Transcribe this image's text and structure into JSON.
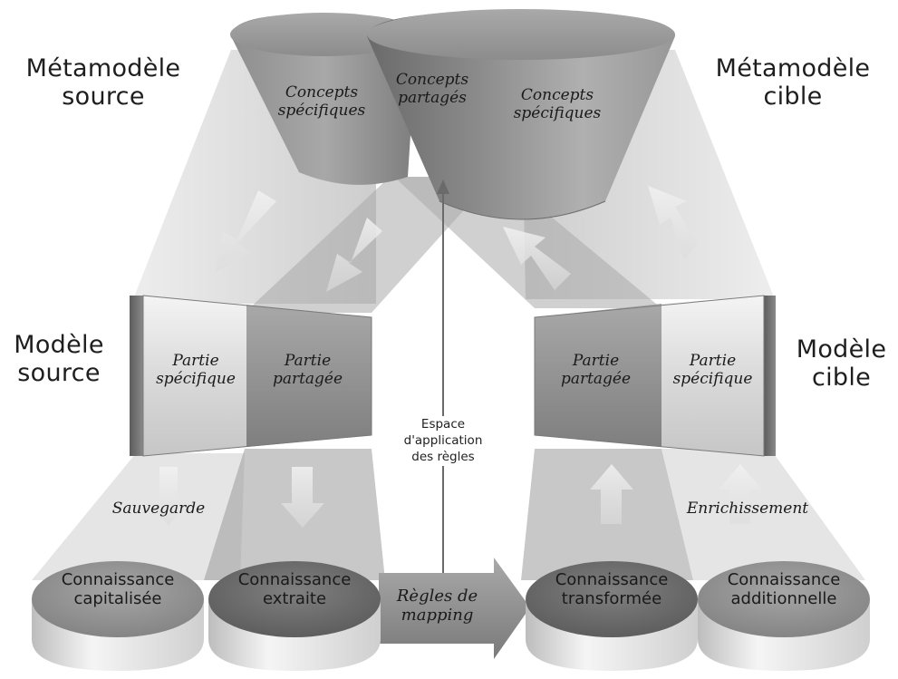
{
  "metamodel_source": {
    "line1": "Métamodèle",
    "line2": "source"
  },
  "metamodel_cible": {
    "line1": "Métamodèle",
    "line2": "cible"
  },
  "modele_source": {
    "line1": "Modèle",
    "line2": "source"
  },
  "modele_cible": {
    "line1": "Modèle",
    "line2": "cible"
  },
  "concepts": {
    "left": {
      "line1": "Concepts",
      "line2": "spécifiques"
    },
    "center": {
      "line1": "Concepts",
      "line2": "partagés"
    },
    "right": {
      "line1": "Concepts",
      "line2": "spécifiques"
    }
  },
  "source_parts": {
    "specific": {
      "line1": "Partie",
      "line2": "spécifique"
    },
    "shared": {
      "line1": "Partie",
      "line2": "partagée"
    }
  },
  "target_parts": {
    "shared": {
      "line1": "Partie",
      "line2": "partagée"
    },
    "specific": {
      "line1": "Partie",
      "line2": "spécifique"
    }
  },
  "espace": {
    "line1": "Espace",
    "line2": "d'application",
    "line3": "des règles"
  },
  "actions": {
    "save": "Sauvegarde",
    "enrich": "Enrichissement"
  },
  "knowledge": {
    "capitalized": {
      "line1": "Connaissance",
      "line2": "capitalisée"
    },
    "extracted": {
      "line1": "Connaissance",
      "line2": "extraite"
    },
    "transformed": {
      "line1": "Connaissance",
      "line2": "transformée"
    },
    "additional": {
      "line1": "Connaissance",
      "line2": "additionnelle"
    }
  },
  "mapping": {
    "line1": "Règles de",
    "line2": "mapping"
  }
}
